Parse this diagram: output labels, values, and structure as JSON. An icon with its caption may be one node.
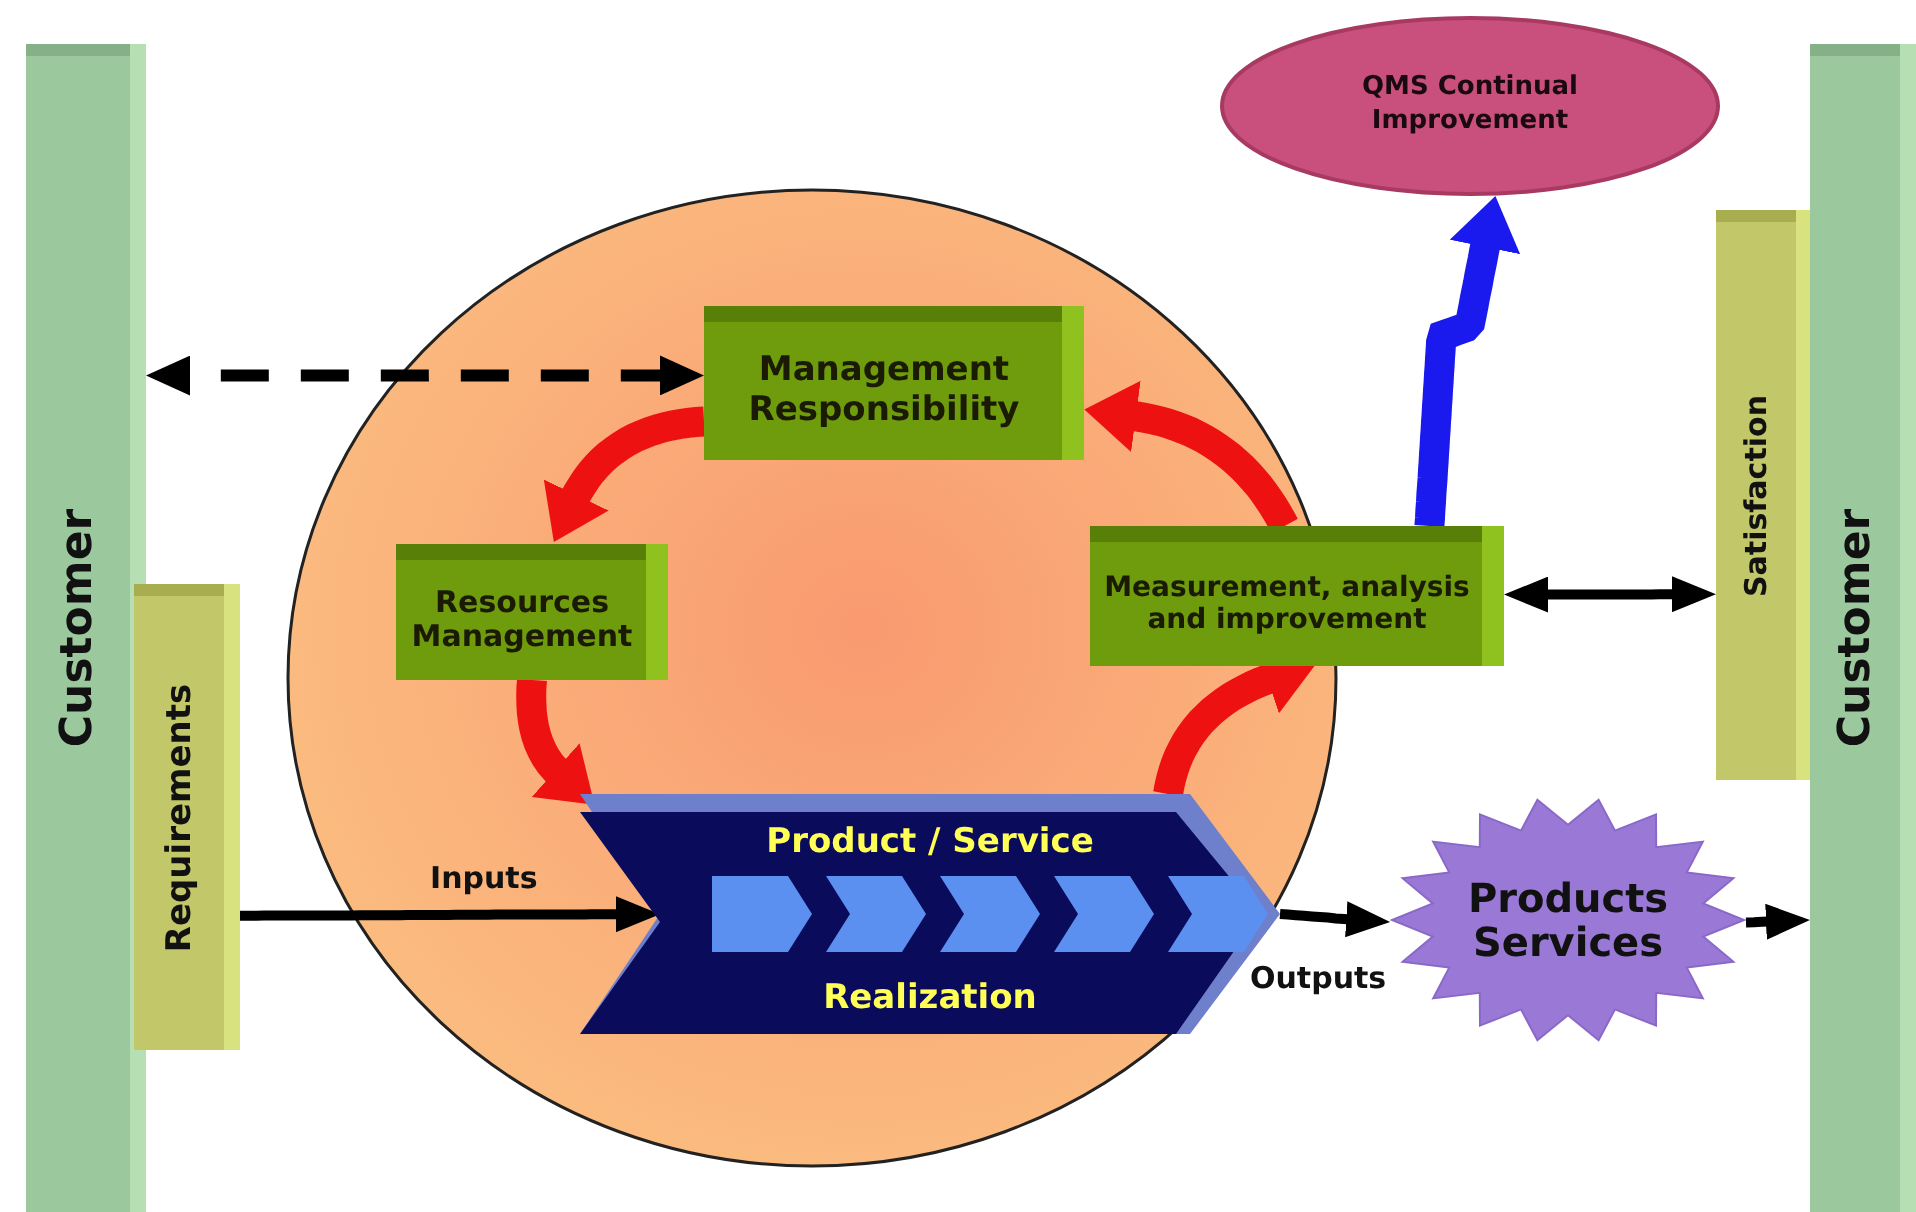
{
  "diagram": {
    "nodes": [
      {
        "text": [
          "Customer"
        ]
      },
      {
        "text": [
          "Requirements"
        ]
      },
      {
        "text": [
          "Management Responsibility"
        ]
      },
      {
        "text": [
          "Resources Management"
        ]
      },
      {
        "text": [
          "Measurement, analysis and improvement"
        ]
      },
      {
        "text": [
          "Product / Service",
          "Realization"
        ]
      },
      {
        "text": [
          "QMS Continual Improvement"
        ]
      },
      {
        "text": [
          "Satisfaction"
        ]
      },
      {
        "text": [
          "Customer"
        ]
      },
      {
        "text": [
          "Products Services"
        ]
      }
    ],
    "edges": [
      {
        "from": 2,
        "to": 0,
        "arrow": "both",
        "style": "dashed"
      },
      {
        "from": 2,
        "to": 3,
        "arrow": "to",
        "style": "thick",
        "color": "#ee1111"
      },
      {
        "from": 3,
        "to": 5,
        "arrow": "to",
        "style": "thick",
        "color": "#ee1111"
      },
      {
        "from": 5,
        "to": 4,
        "arrow": "to",
        "style": "thick",
        "color": "#ee1111"
      },
      {
        "from": 4,
        "to": 2,
        "arrow": "to",
        "style": "thick",
        "color": "#ee1111"
      },
      {
        "from": 4,
        "to": 6,
        "arrow": "to",
        "style": "thick",
        "color": "#1a1aee"
      },
      {
        "from": 4,
        "to": 7,
        "arrow": "both"
      },
      {
        "from": 1,
        "to": 5,
        "label": "Inputs",
        "arrow": "to"
      },
      {
        "from": 5,
        "to": 9,
        "label": "Outputs",
        "arrow": "to"
      },
      {
        "from": 9,
        "to": 8,
        "arrow": "to"
      }
    ]
  }
}
